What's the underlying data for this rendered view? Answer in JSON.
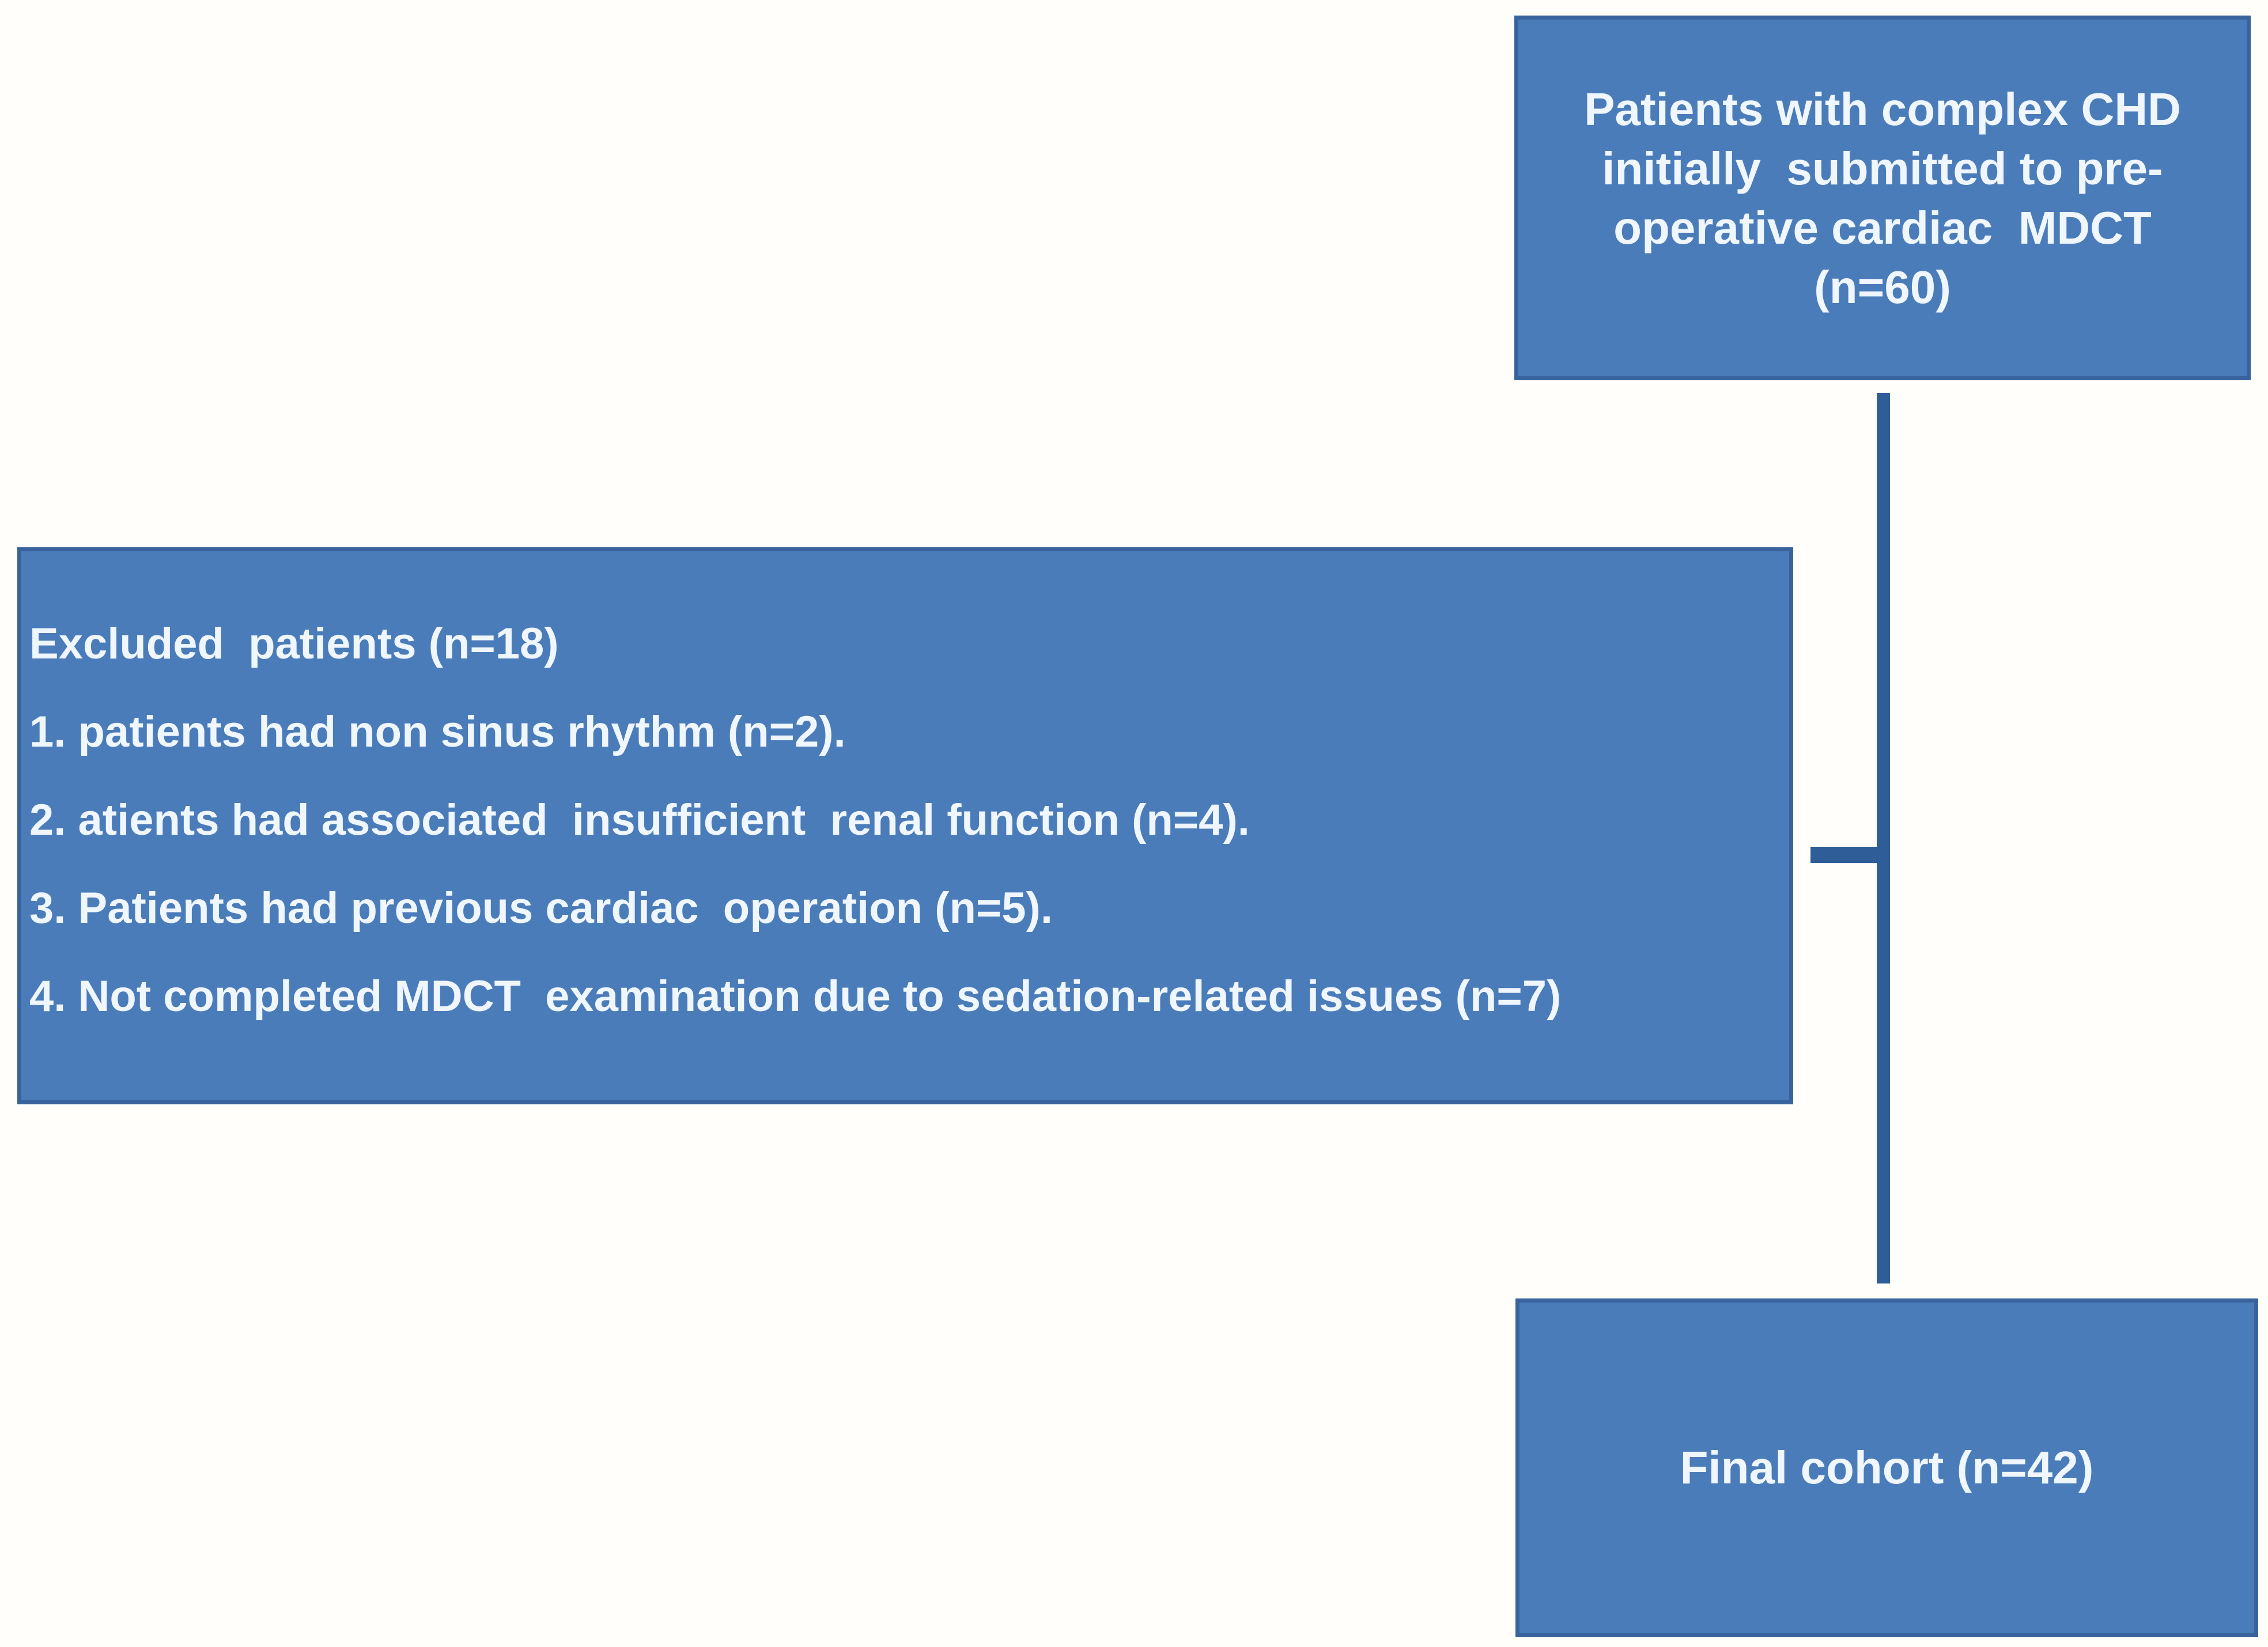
{
  "diagram": {
    "background": "#fffefa",
    "box_fill": "#4b7cba",
    "box_border": "#38639c",
    "connector_color": "#2f5d97",
    "text_color": "#eff6fd"
  },
  "boxes": {
    "initial": {
      "text": "Patients with complex CHD\ninitially  submitted to pre-\noperative cardiac  MDCT\n(n=60)"
    },
    "excluded": {
      "lines": [
        "Excluded  patients (n=18)",
        "1. patients had non sinus rhythm (n=2).",
        "2. atients had associated  insufficient  renal function (n=4).",
        "3. Patients had previous cardiac  operation (n=5).",
        "4. Not completed MDCT  examination due to sedation-related issues (n=7)"
      ]
    },
    "final": {
      "text": "Final cohort (n=42)"
    }
  }
}
